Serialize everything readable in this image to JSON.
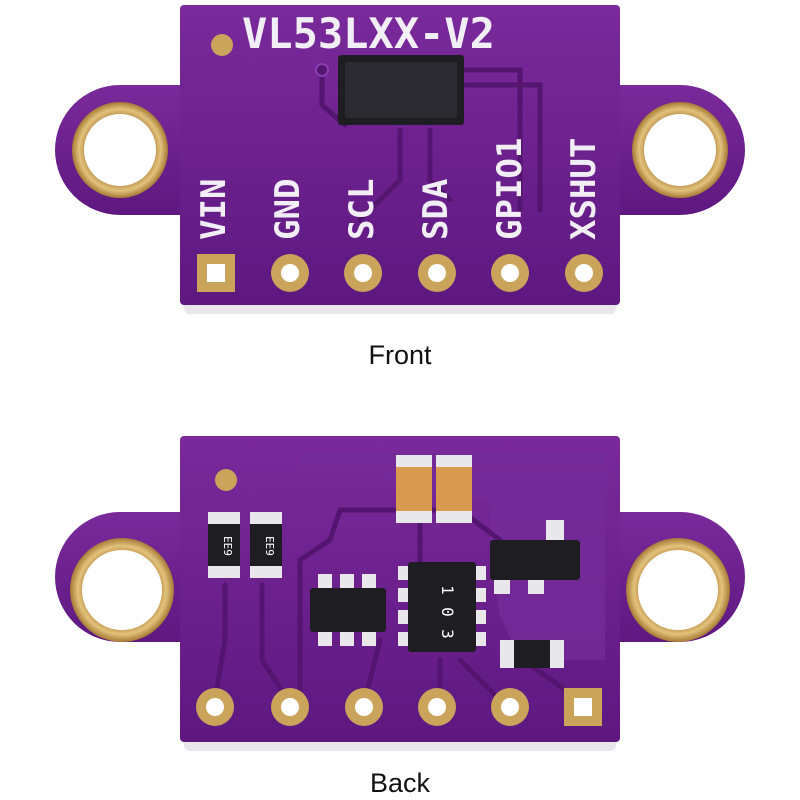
{
  "front": {
    "title": "VL53LXX-V2",
    "pins": [
      "VIN",
      "GND",
      "SCL",
      "SDA",
      "GPIO1",
      "XSHUT"
    ],
    "caption": "Front"
  },
  "back": {
    "resistor_code": "103",
    "caption": "Back"
  },
  "colors": {
    "board": "#6a1e8c",
    "board_edge": "#7b2aa0",
    "gold": "#c9a45a",
    "silkscreen": "#f2eef6"
  }
}
